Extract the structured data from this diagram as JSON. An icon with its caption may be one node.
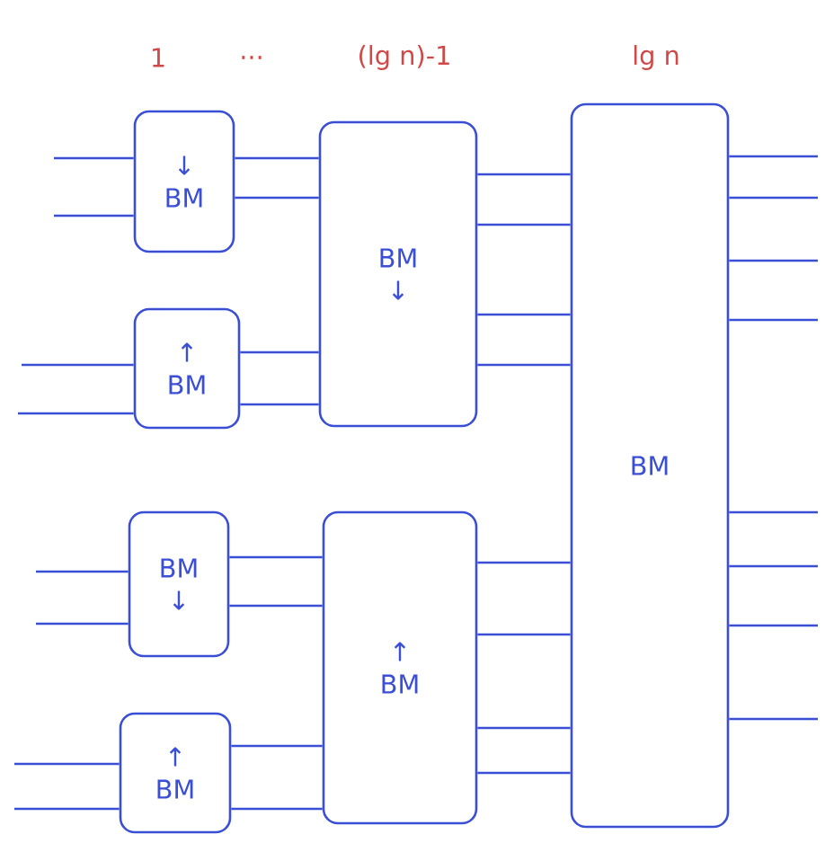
{
  "diagram": {
    "nodes": [
      {
        "text": [
          "↓",
          "BM"
        ]
      },
      {
        "text": [
          "↑",
          "BM"
        ]
      },
      {
        "text": [
          "BM",
          "↓"
        ]
      },
      {
        "text": [
          "BM",
          "↓"
        ]
      },
      {
        "text": [
          "↑",
          "BM"
        ]
      },
      {
        "text": [
          "↑",
          "BM"
        ]
      },
      {
        "text": [
          "BM"
        ]
      }
    ],
    "edges": [
      {
        "from": null,
        "to": 0,
        "arrow": "none"
      },
      {
        "from": null,
        "to": 0,
        "arrow": "none"
      },
      {
        "from": null,
        "to": 1,
        "arrow": "none"
      },
      {
        "from": null,
        "to": 1,
        "arrow": "none"
      },
      {
        "from": null,
        "to": 3,
        "arrow": "none"
      },
      {
        "from": null,
        "to": 3,
        "arrow": "none"
      },
      {
        "from": null,
        "to": 4,
        "arrow": "none"
      },
      {
        "from": null,
        "to": 4,
        "arrow": "none"
      },
      {
        "from": 0,
        "to": 2,
        "arrow": "none"
      },
      {
        "from": 0,
        "to": 2,
        "arrow": "none"
      },
      {
        "from": 1,
        "to": 2,
        "arrow": "none"
      },
      {
        "from": 1,
        "to": 2,
        "arrow": "none"
      },
      {
        "from": 3,
        "to": 5,
        "arrow": "none"
      },
      {
        "from": 3,
        "to": 5,
        "arrow": "none"
      },
      {
        "from": 4,
        "to": 5,
        "arrow": "none"
      },
      {
        "from": 4,
        "to": 5,
        "arrow": "none"
      },
      {
        "from": 2,
        "to": 6,
        "arrow": "none"
      },
      {
        "from": 2,
        "to": 6,
        "arrow": "none"
      },
      {
        "from": 2,
        "to": 6,
        "arrow": "none"
      },
      {
        "from": 2,
        "to": 6,
        "arrow": "none"
      },
      {
        "from": 5,
        "to": 6,
        "arrow": "none"
      },
      {
        "from": 5,
        "to": 6,
        "arrow": "none"
      },
      {
        "from": 5,
        "to": 6,
        "arrow": "none"
      },
      {
        "from": 5,
        "to": 6,
        "arrow": "none"
      },
      {
        "from": 6,
        "to": null,
        "arrow": "none"
      },
      {
        "from": 6,
        "to": null,
        "arrow": "none"
      },
      {
        "from": 6,
        "to": null,
        "arrow": "none"
      },
      {
        "from": 6,
        "to": null,
        "arrow": "none"
      },
      {
        "from": 6,
        "to": null,
        "arrow": "none"
      },
      {
        "from": 6,
        "to": null,
        "arrow": "none"
      },
      {
        "from": 6,
        "to": null,
        "arrow": "none"
      },
      {
        "from": 6,
        "to": null,
        "arrow": "none"
      }
    ],
    "labels": [
      "1",
      "...",
      "(lg n)-1",
      "lg n"
    ]
  }
}
